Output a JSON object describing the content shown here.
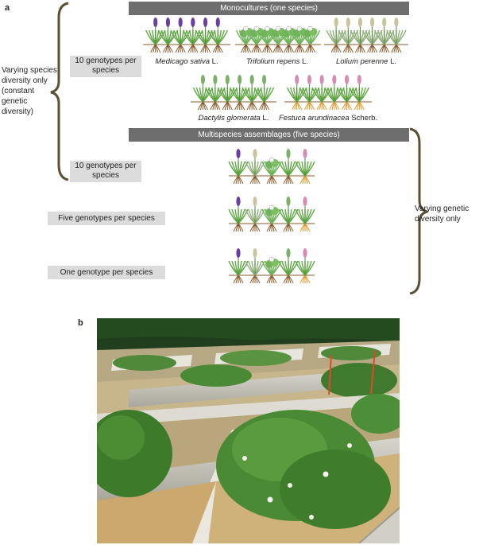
{
  "panel_a": {
    "label": "a",
    "monocultures_header": "Monocultures (one species)",
    "multispecies_header": "Multispecies assemblages (five species)",
    "left_brace_text": [
      "Varying species",
      "diversity only",
      "(constant",
      "genetic",
      "diversity)"
    ],
    "right_brace_text": [
      "Varying genetic",
      "diversity only"
    ],
    "genotype_boxes": {
      "mono": [
        "10 genotypes per",
        "species"
      ],
      "multi_ten": [
        "10 genotypes per",
        "species"
      ],
      "multi_five": "Five genotypes per species",
      "multi_one": "One genotype per species"
    },
    "species": [
      {
        "latin": "Medicago sativa",
        "authority": "L.",
        "color": "#6b3fa0"
      },
      {
        "latin": "Trifolium repens",
        "authority": "L.",
        "color": "#f4f4f4"
      },
      {
        "latin": "Lolium  perenne",
        "authority": "L.",
        "color": "#c9c3a0"
      },
      {
        "latin": "Dactylis glomerata",
        "authority": "L.",
        "color": "#7fb069"
      },
      {
        "latin": "Festuca arundinacea",
        "authority": "Scherb.",
        "color": "#d98cb3"
      }
    ]
  },
  "panel_b": {
    "label": "b",
    "photo_icon": "field-plots-photo"
  }
}
